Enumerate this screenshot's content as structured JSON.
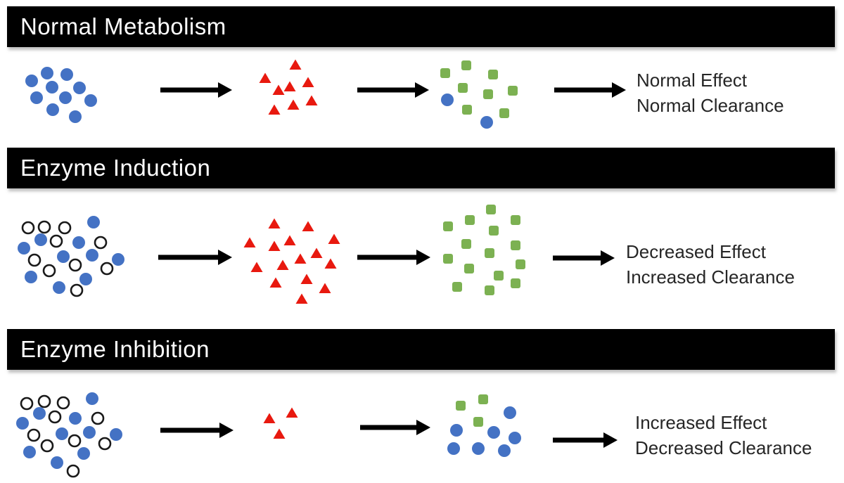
{
  "colors": {
    "blue": "#4472C4",
    "green": "#7CB152",
    "red": "#E8190F",
    "arrow": "#000000",
    "outline": "#1A1A1A",
    "banner_bg": "#000000",
    "banner_text": "#FFFFFF",
    "label_text": "#262626"
  },
  "sections": [
    {
      "title": "Normal Metabolism",
      "label_lines": [
        "Normal Effect",
        "Normal Clearance"
      ],
      "clusters": [
        {
          "name": "drug-cluster",
          "shapes": [
            [
              "c",
              67,
              104
            ],
            [
              "c",
              95,
              106
            ],
            [
              "c",
              45,
              115
            ],
            [
              "c",
              74,
              124
            ],
            [
              "c",
              113,
              125
            ],
            [
              "c",
              52,
              139
            ],
            [
              "c",
              93,
              139
            ],
            [
              "c",
              129,
              143
            ],
            [
              "c",
              75,
              156
            ],
            [
              "c",
              107,
              166
            ]
          ]
        },
        {
          "name": "metabolism-cluster",
          "shapes": [
            [
              "t",
              420,
              92
            ],
            [
              "t",
              377,
              111
            ],
            [
              "t",
              438,
              117
            ],
            [
              "t",
              412,
              123
            ],
            [
              "t",
              396,
              128
            ],
            [
              "t",
              443,
              143
            ],
            [
              "t",
              417,
              149
            ],
            [
              "t",
              390,
              156
            ]
          ]
        },
        {
          "name": "effect-cluster",
          "shapes": [
            [
              "s",
              663,
              93
            ],
            [
              "s",
              633,
              104
            ],
            [
              "s",
              701,
              106
            ],
            [
              "s",
              658,
              125
            ],
            [
              "s",
              694,
              134
            ],
            [
              "s",
              729,
              129
            ],
            [
              "s",
              664,
              156
            ],
            [
              "s",
              717,
              161
            ],
            [
              "c",
              636,
              142
            ],
            [
              "c",
              692,
              174
            ]
          ]
        }
      ],
      "arrows": [
        [
          228,
          330,
          128
        ],
        [
          508,
          610,
          128
        ],
        [
          788,
          890,
          128
        ]
      ]
    },
    {
      "title": "Enzyme Induction",
      "label_lines": [
        "Decreased Effect",
        "Increased Clearance"
      ],
      "clusters": [
        {
          "name": "drug-inducer-cluster",
          "shapes": [
            [
              "o",
              40,
              324
            ],
            [
              "o",
              63,
              323
            ],
            [
              "o",
              92,
              324
            ],
            [
              "o",
              80,
              343
            ],
            [
              "o",
              143,
              345
            ],
            [
              "o",
              49,
              370
            ],
            [
              "o",
              107,
              377
            ],
            [
              "o",
              70,
              385
            ],
            [
              "o",
              152,
              382
            ],
            [
              "o",
              109,
              413
            ],
            [
              "c",
              133,
              316
            ],
            [
              "c",
              58,
              341
            ],
            [
              "c",
              112,
              345
            ],
            [
              "c",
              34,
              353
            ],
            [
              "c",
              90,
              365
            ],
            [
              "c",
              131,
              363
            ],
            [
              "c",
              168,
              369
            ],
            [
              "c",
              44,
              394
            ],
            [
              "c",
              122,
              397
            ],
            [
              "c",
              84,
              409
            ]
          ]
        },
        {
          "name": "metabolism-cluster",
          "shapes": [
            [
              "t",
              390,
              318
            ],
            [
              "t",
              438,
              322
            ],
            [
              "t",
              355,
              345
            ],
            [
              "t",
              412,
              342
            ],
            [
              "t",
              390,
              350
            ],
            [
              "t",
              475,
              340
            ],
            [
              "t",
              450,
              360
            ],
            [
              "t",
              427,
              368
            ],
            [
              "t",
              402,
              377
            ],
            [
              "t",
              365,
              380
            ],
            [
              "t",
              470,
              375
            ],
            [
              "t",
              436,
              397
            ],
            [
              "t",
              392,
              402
            ],
            [
              "t",
              462,
              410
            ],
            [
              "t",
              429,
              425
            ]
          ]
        },
        {
          "name": "effect-cluster",
          "shapes": [
            [
              "s",
              698,
              298
            ],
            [
              "s",
              668,
              313
            ],
            [
              "s",
              733,
              313
            ],
            [
              "s",
              637,
              322
            ],
            [
              "s",
              702,
              328
            ],
            [
              "s",
              663,
              347
            ],
            [
              "s",
              733,
              349
            ],
            [
              "s",
              696,
              360
            ],
            [
              "s",
              637,
              368
            ],
            [
              "s",
              740,
              376
            ],
            [
              "s",
              667,
              382
            ],
            [
              "s",
              709,
              392
            ],
            [
              "s",
              733,
              403
            ],
            [
              "s",
              650,
              408
            ],
            [
              "s",
              696,
              413
            ]
          ]
        }
      ],
      "arrows": [
        [
          225,
          330,
          366
        ],
        [
          508,
          612,
          366
        ],
        [
          786,
          874,
          367
        ]
      ]
    },
    {
      "title": "Enzyme Inhibition",
      "label_lines": [
        "Increased Effect",
        "Decreased Clearance"
      ],
      "clusters": [
        {
          "name": "drug-inhibitor-cluster",
          "shapes": [
            [
              "o",
              38,
              574
            ],
            [
              "o",
              63,
              571
            ],
            [
              "o",
              90,
              573
            ],
            [
              "o",
              78,
              593
            ],
            [
              "o",
              139,
              595
            ],
            [
              "o",
              48,
              619
            ],
            [
              "o",
              106,
              627
            ],
            [
              "o",
              67,
              634
            ],
            [
              "o",
              149,
              631
            ],
            [
              "o",
              104,
              670
            ],
            [
              "c",
              131,
              567
            ],
            [
              "c",
              56,
              588
            ],
            [
              "c",
              107,
              595
            ],
            [
              "c",
              32,
              602
            ],
            [
              "c",
              88,
              617
            ],
            [
              "c",
              127,
              615
            ],
            [
              "c",
              165,
              618
            ],
            [
              "c",
              42,
              643
            ],
            [
              "c",
              119,
              645
            ],
            [
              "c",
              81,
              658
            ]
          ]
        },
        {
          "name": "metabolism-cluster",
          "shapes": [
            [
              "t",
              383,
              595
            ],
            [
              "t",
              415,
              587
            ],
            [
              "t",
              397,
              617
            ]
          ]
        },
        {
          "name": "effect-cluster",
          "shapes": [
            [
              "s",
              655,
              577
            ],
            [
              "s",
              687,
              568
            ],
            [
              "s",
              680,
              600
            ],
            [
              "c",
              725,
              587
            ],
            [
              "c",
              649,
              612
            ],
            [
              "c",
              702,
              615
            ],
            [
              "c",
              732,
              623
            ],
            [
              "c",
              645,
              638
            ],
            [
              "c",
              680,
              638
            ],
            [
              "c",
              717,
              641
            ]
          ]
        }
      ],
      "arrows": [
        [
          228,
          332,
          612
        ],
        [
          512,
          612,
          608
        ],
        [
          786,
          878,
          626
        ]
      ]
    }
  ]
}
